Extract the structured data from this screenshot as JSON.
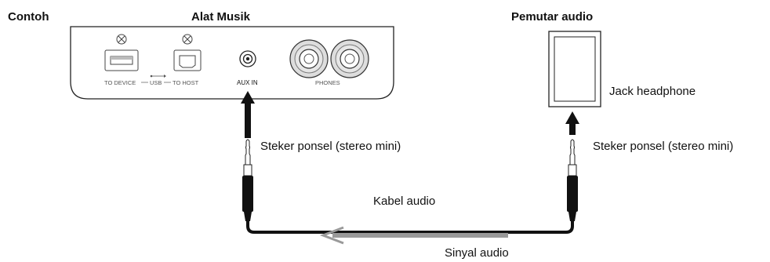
{
  "labels": {
    "example": "Contoh",
    "instrument": "Alat Musik",
    "player": "Pemutar audio",
    "jack_headphone": "Jack headphone",
    "plug_left": "Steker ponsel (stereo mini)",
    "plug_right": "Steker ponsel (stereo mini)",
    "cable": "Kabel audio",
    "signal": "Sinyal audio"
  },
  "panel": {
    "to_device": "TO DEVICE",
    "usb": "USB",
    "to_host": "TO HOST",
    "aux_in": "AUX IN",
    "phones": "PHONES"
  },
  "icons": {
    "screw": "screw-icon",
    "usb_symbol": "usb-symbol-icon",
    "signal_arrow": "arrow-left-icon",
    "connection_arrow": "arrow-up-icon"
  },
  "colors": {
    "cable": "#111111",
    "signal_arrow": "#9a9a9a",
    "outline": "#222222"
  }
}
